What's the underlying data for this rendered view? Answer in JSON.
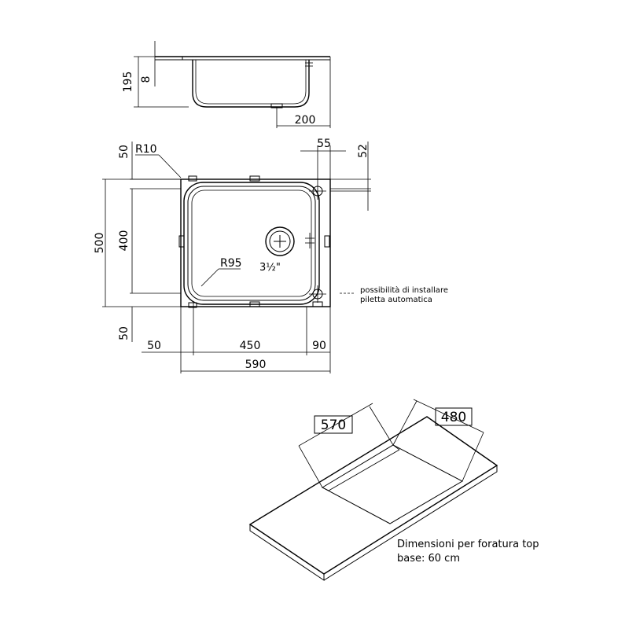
{
  "side_view": {
    "height_label": "195",
    "rim_label": "8",
    "drain_offset_label": "200"
  },
  "top_view": {
    "radius_corner_label": "R10",
    "radius_bowl_label": "R95",
    "drain_size_label": "3½\"",
    "left_top_label": "50",
    "total_height_label": "500",
    "bowl_height_label": "400",
    "left_bottom_label": "50",
    "tap_offset_label": "55",
    "tap_depth_label": "52",
    "bottom_left_label": "50",
    "bowl_width_label": "450",
    "right_label": "90",
    "total_width_label": "590",
    "note_line1": "possibilità di installare",
    "note_line2": "piletta automatica"
  },
  "iso_view": {
    "label_570": "570",
    "label_480": "480",
    "caption_line1": "Dimensioni per foratura top",
    "caption_line2": "base: 60 cm"
  }
}
